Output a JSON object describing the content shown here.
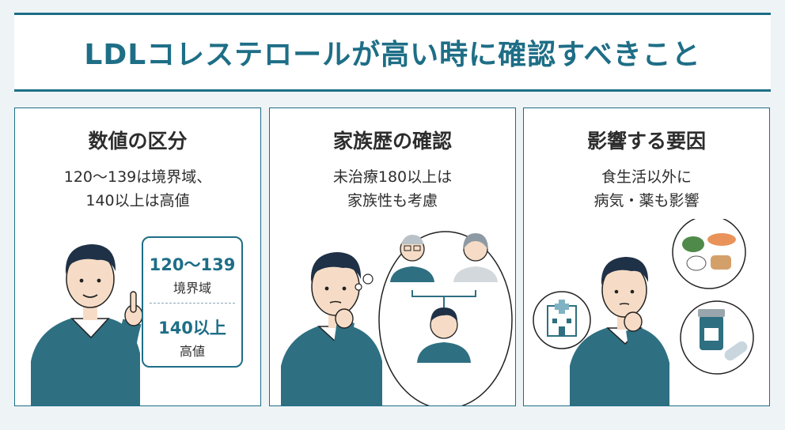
{
  "header": {
    "title": "LDLコレステロールが高い時に確認すべきこと"
  },
  "panels": [
    {
      "title": "数値の区分",
      "desc": [
        "120～139は境界域、",
        "140以上は高値"
      ],
      "box": {
        "top_value": "120～139",
        "top_label": "境界域",
        "bottom_value": "140以上",
        "bottom_label": "高値"
      },
      "icons": [
        "man-pointing-icon"
      ]
    },
    {
      "title": "家族歴の確認",
      "desc": [
        "未治療180以上は",
        "家族性も考慮"
      ],
      "icons": [
        "thinking-man-icon",
        "family-tree-icon",
        "grandfather-icon",
        "grandmother-icon",
        "son-icon"
      ]
    },
    {
      "title": "影響する要因",
      "desc": [
        "食生活以外に",
        "病気・薬も影響"
      ],
      "icons": [
        "thinking-man-icon",
        "hospital-icon",
        "food-icon",
        "medicine-icon"
      ]
    }
  ],
  "colors": {
    "accent": "#1e6e86",
    "sweater": "#2f6f82",
    "background": "#eef3f6"
  }
}
